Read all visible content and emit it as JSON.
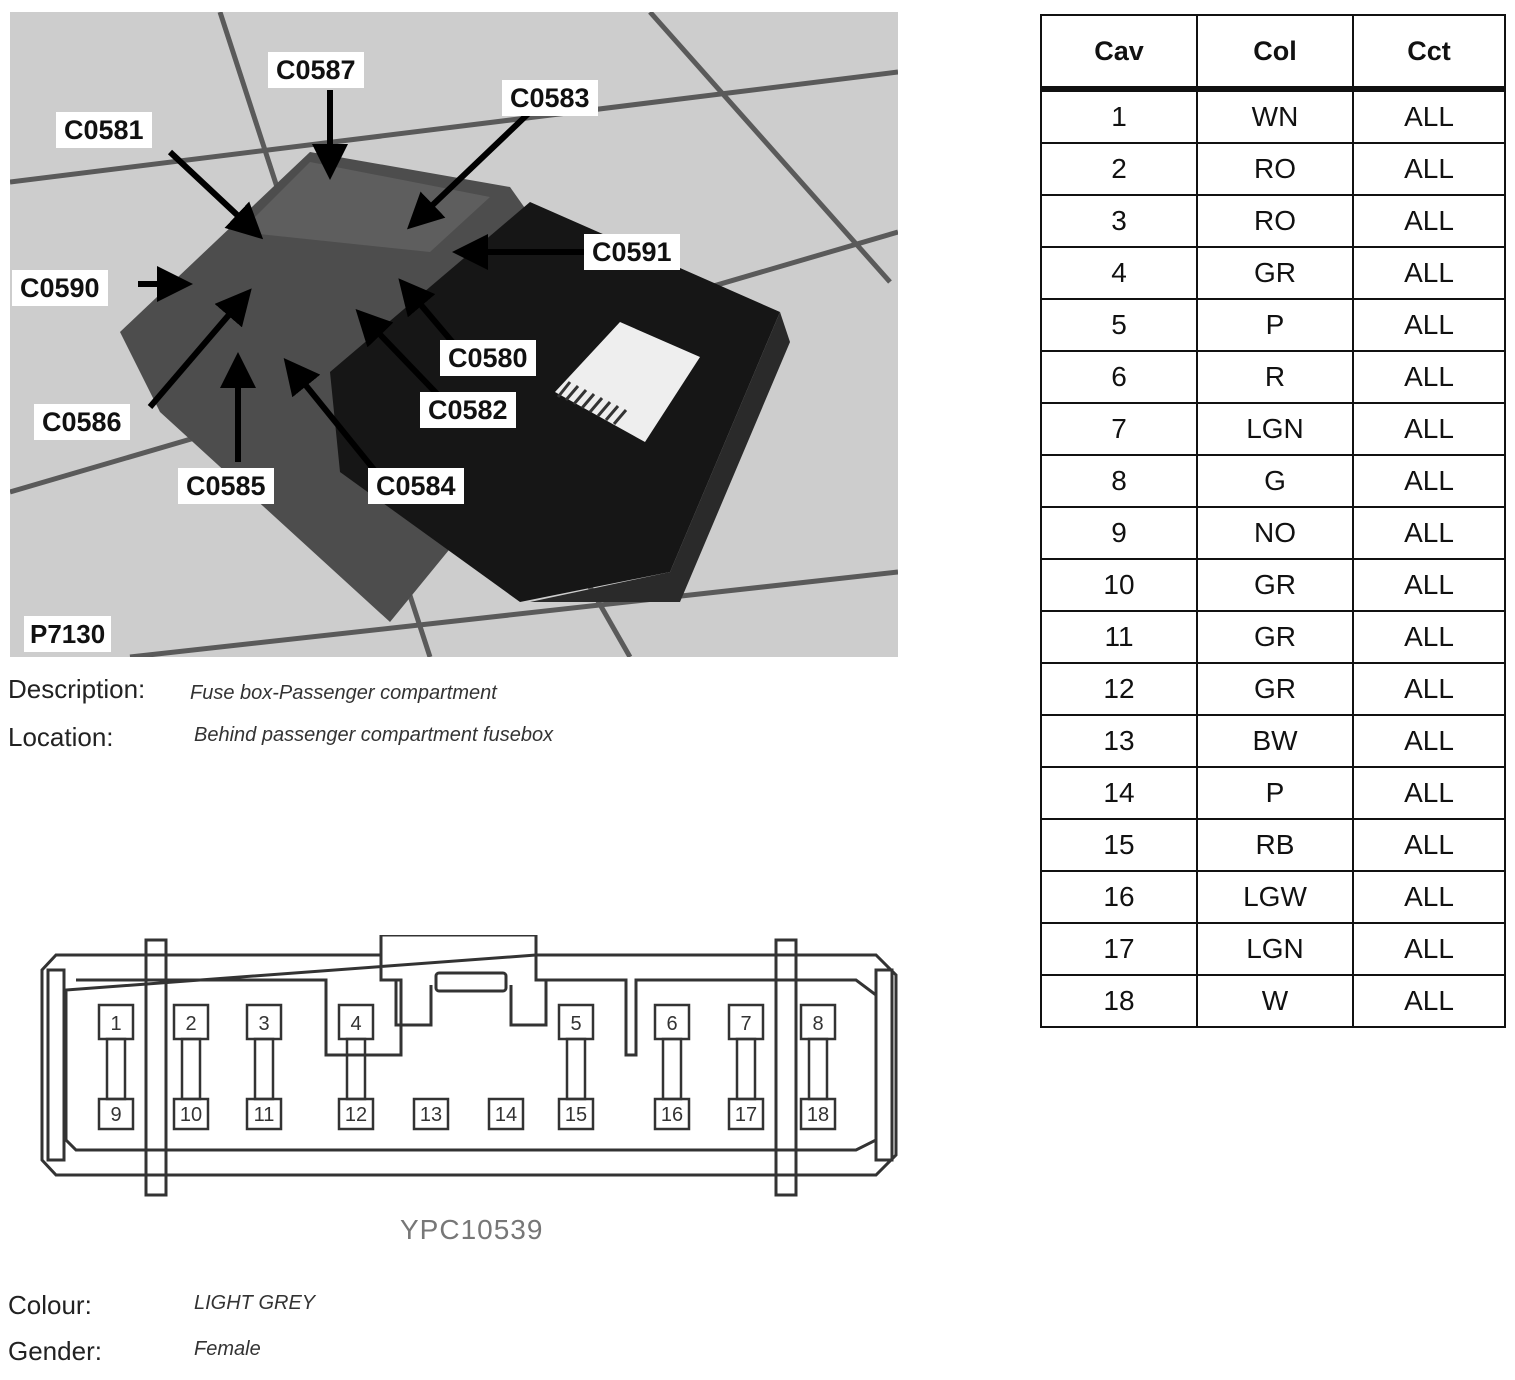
{
  "photo": {
    "id_label": "P7130",
    "callouts": {
      "c0587": "C0587",
      "c0583": "C0583",
      "c0581": "C0581",
      "c0591": "C0591",
      "c0590": "C0590",
      "c0580": "C0580",
      "c0586": "C0586",
      "c0582": "C0582",
      "c0585": "C0585",
      "c0584": "C0584"
    }
  },
  "meta": {
    "description_label": "Description:",
    "description_value": "Fuse box-Passenger compartment",
    "location_label": "Location:",
    "location_value": "Behind passenger compartment fusebox",
    "colour_label": "Colour:",
    "colour_value": "LIGHT GREY",
    "gender_label": "Gender:",
    "gender_value": "Female"
  },
  "drawing": {
    "id_label": "YPC10539",
    "top_pins": [
      "1",
      "2",
      "3",
      "4",
      "5",
      "6",
      "7",
      "8"
    ],
    "bottom_pins": [
      "9",
      "10",
      "11",
      "12",
      "13",
      "14",
      "15",
      "16",
      "17",
      "18"
    ]
  },
  "pin_table": {
    "headers": [
      "Cav",
      "Col",
      "Cct"
    ],
    "rows": [
      [
        "1",
        "WN",
        "ALL"
      ],
      [
        "2",
        "RO",
        "ALL"
      ],
      [
        "3",
        "RO",
        "ALL"
      ],
      [
        "4",
        "GR",
        "ALL"
      ],
      [
        "5",
        "P",
        "ALL"
      ],
      [
        "6",
        "R",
        "ALL"
      ],
      [
        "7",
        "LGN",
        "ALL"
      ],
      [
        "8",
        "G",
        "ALL"
      ],
      [
        "9",
        "NO",
        "ALL"
      ],
      [
        "10",
        "GR",
        "ALL"
      ],
      [
        "11",
        "GR",
        "ALL"
      ],
      [
        "12",
        "GR",
        "ALL"
      ],
      [
        "13",
        "BW",
        "ALL"
      ],
      [
        "14",
        "P",
        "ALL"
      ],
      [
        "15",
        "RB",
        "ALL"
      ],
      [
        "16",
        "LGW",
        "ALL"
      ],
      [
        "17",
        "LGN",
        "ALL"
      ],
      [
        "18",
        "W",
        "ALL"
      ]
    ]
  }
}
